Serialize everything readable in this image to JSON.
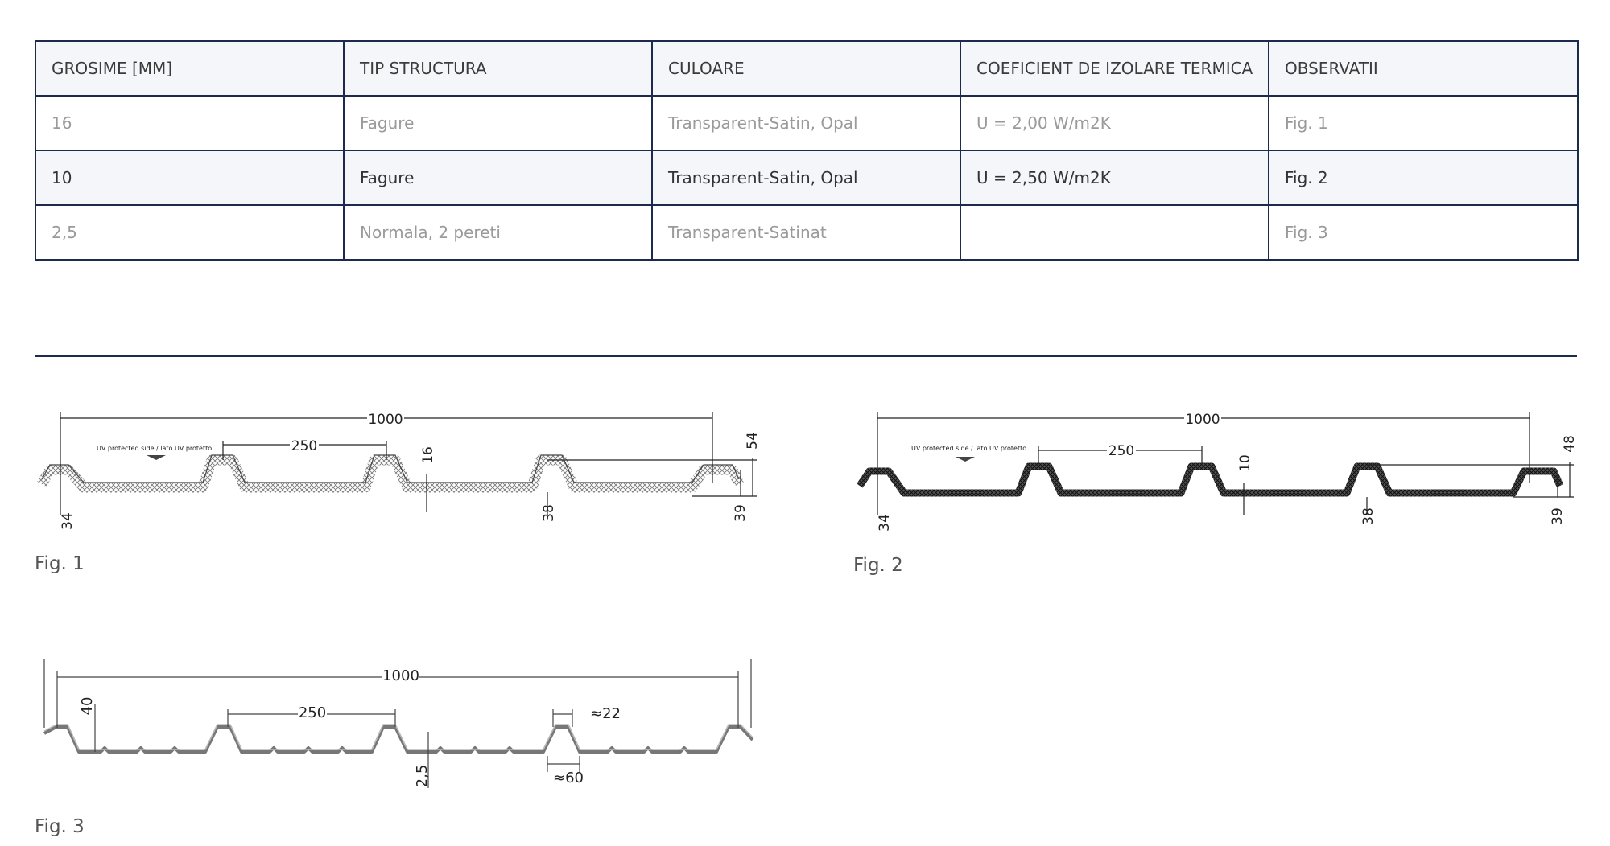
{
  "table": {
    "headers": [
      "GROSIME [MM]",
      "TIP STRUCTURA",
      "CULOARE",
      "COEFICIENT DE IZOLARE TERMICA",
      "OBSERVATII"
    ],
    "rows": [
      [
        "16",
        "Fagure",
        "Transparent-Satin, Opal",
        "U = 2,00 W/m2K",
        "Fig. 1"
      ],
      [
        "10",
        "Fagure",
        "Transparent-Satin, Opal",
        "U = 2,50 W/m2K",
        "Fig. 2"
      ],
      [
        "2,5",
        "Normala, 2 pereti",
        "Transparent-Satinat",
        "",
        "Fig. 3"
      ]
    ]
  },
  "figures": {
    "fig1": {
      "caption": "Fig. 1",
      "uv_label": "UV protected side / lato UV protetto",
      "dims": {
        "total": "1000",
        "pitch": "250",
        "thickness": "16",
        "height": "54",
        "left": "34",
        "rib": "38",
        "right": "39"
      }
    },
    "fig2": {
      "caption": "Fig. 2",
      "uv_label": "UV protected side / lato UV protetto",
      "dims": {
        "total": "1000",
        "pitch": "250",
        "thickness": "10",
        "height": "48",
        "left": "34",
        "rib": "38",
        "right": "39"
      }
    },
    "fig3": {
      "caption": "Fig. 3",
      "dims": {
        "total": "1000",
        "pitch": "250",
        "height": "40",
        "top": "≈22",
        "thickness": "2,5",
        "base": "≈60"
      }
    }
  }
}
